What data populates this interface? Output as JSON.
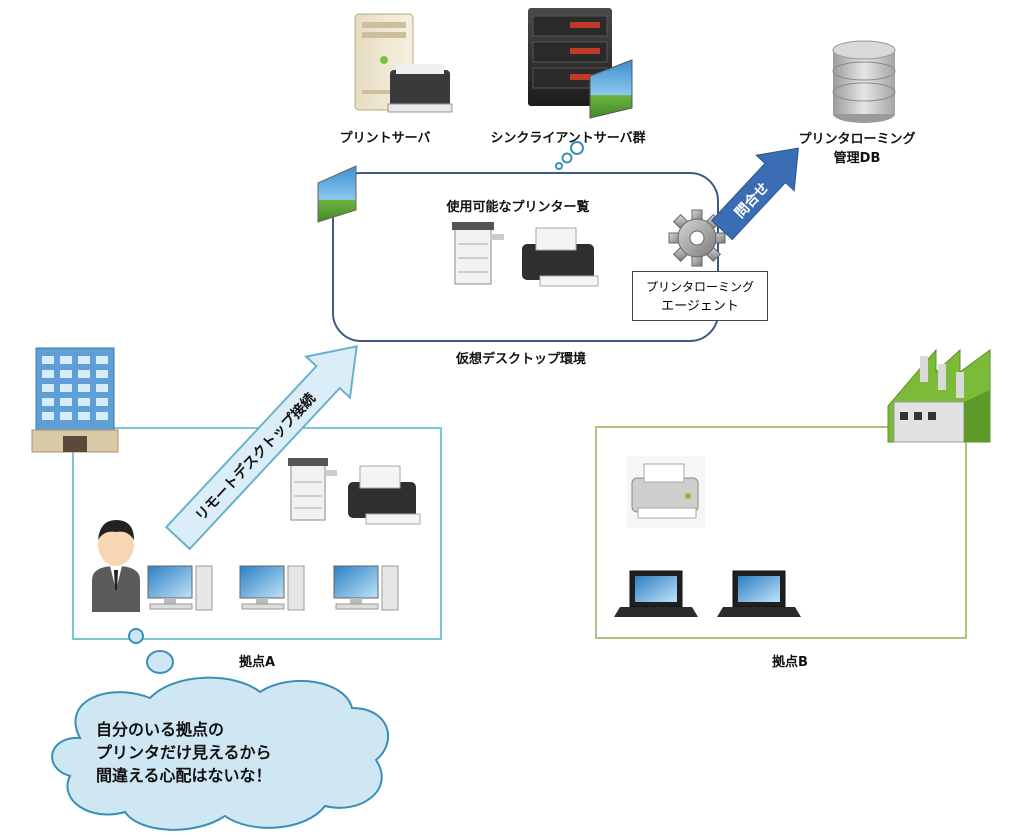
{
  "servers": {
    "print_server": "プリントサーバ",
    "thin_client_servers": "シンクライアントサーバ群",
    "management_db_line1": "プリンタローミング",
    "management_db_line2": "管理DB"
  },
  "vdi": {
    "printer_list_title": "使用可能なプリンター覧",
    "environment_label": "仮想デスクトップ環境",
    "agent_line1": "プリンタローミング",
    "agent_line2": "エージェント",
    "query_arrow_label": "問合せ"
  },
  "site_a": {
    "label": "拠点A",
    "connection_arrow_label": "リモートデスクトップ接続",
    "frame_color": "#7ec6d6"
  },
  "site_b": {
    "label": "拠点B",
    "frame_color": "#a9c47f"
  },
  "thought_bubble": {
    "line1": "自分のいる拠点の",
    "line2": "プリンタだけ見えるから",
    "line3": "間違える心配はないな！",
    "fill_color": "#cfe6f3",
    "stroke_color": "#3a8fb8"
  },
  "colors": {
    "query_arrow": "#3b6db4",
    "connection_arrow_fill": "#dbeef7",
    "connection_arrow_stroke": "#6ab0cf",
    "vdi_frame": "#3d5a85",
    "factory_green": "#7cbb3a"
  }
}
